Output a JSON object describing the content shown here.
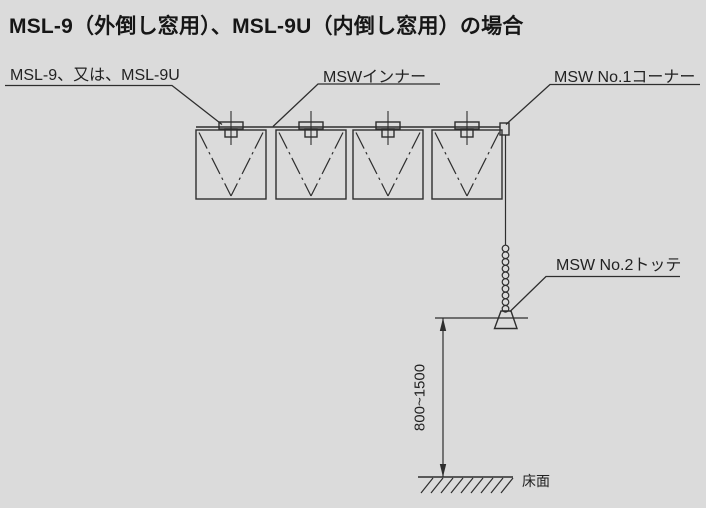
{
  "title": "MSL-9（外倒し窓用）、MSL-9U（内倒し窓用）の場合",
  "labels": {
    "operator": "MSL-9、又は、MSL-9U",
    "inner": "MSWインナー",
    "corner": "MSW No.1コーナー",
    "handle": "MSW No.2トッテ"
  },
  "dimension": {
    "height_range": "800~1500"
  },
  "floor": {
    "label": "床面"
  },
  "diagram": {
    "window_count": 4,
    "parts": [
      "MSL-9 / MSL-9U operator",
      "MSW inner",
      "MSW No.1 corner",
      "MSW No.2 handle"
    ]
  },
  "colors": {
    "background": "#dbdbdb",
    "line": "#2e2e2e",
    "text": "#1c1c1c"
  }
}
